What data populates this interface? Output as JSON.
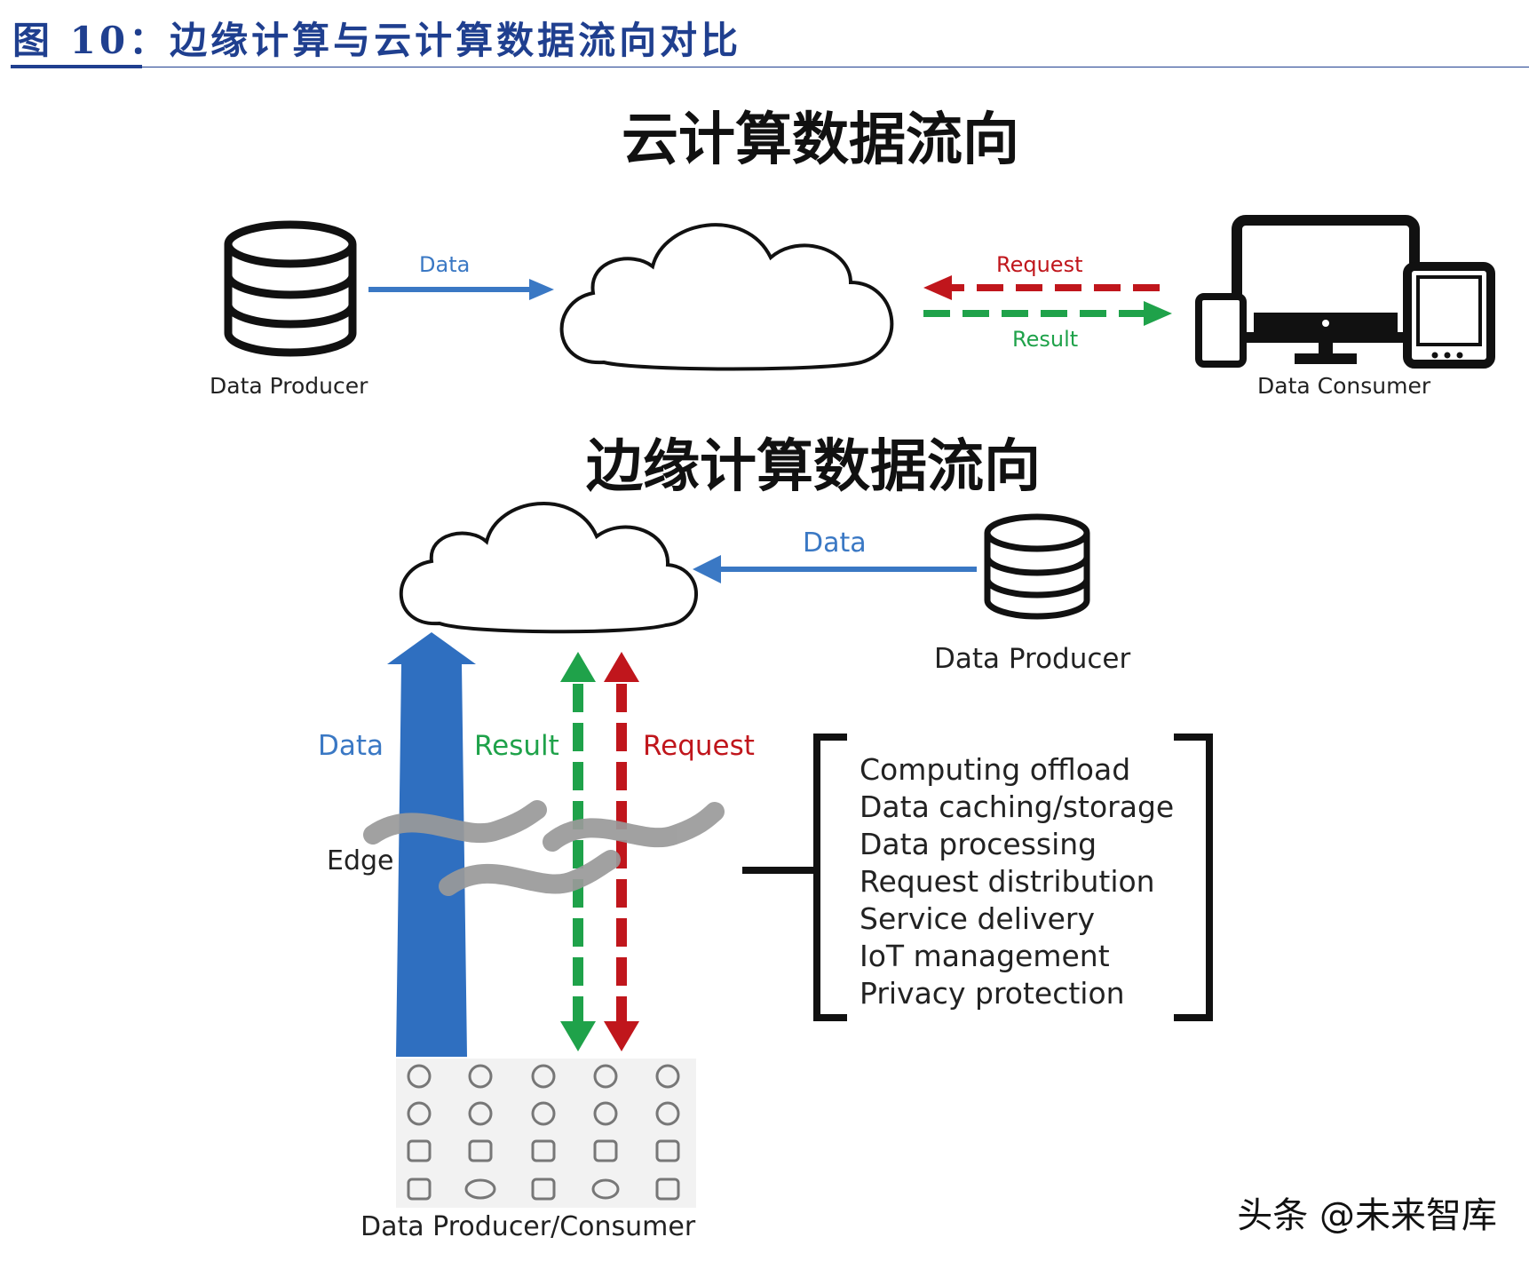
{
  "figure_title": "图 10：边缘计算与云计算数据流向对比",
  "cloud_section": {
    "title": "云计算数据流向",
    "data_label": "Data",
    "request_label": "Request",
    "result_label": "Result",
    "producer_label": "Data Producer",
    "consumer_label": "Data Consumer"
  },
  "edge_section": {
    "title": "边缘计算数据流向",
    "data_top_label": "Data",
    "producer_label": "Data Producer",
    "data_label": "Data",
    "result_label": "Result",
    "request_label": "Request",
    "edge_label": "Edge",
    "functions": [
      "Computing offload",
      "Data caching/storage",
      "Data processing",
      "Request distribution",
      "Service delivery",
      "IoT management",
      "Privacy protection"
    ],
    "producer_consumer_label": "Data Producer/Consumer"
  },
  "colors": {
    "title_blue": "#1f3f8f",
    "data_blue": "#3a78c4",
    "request_red": "#c0161c",
    "result_green": "#1fa24a",
    "edge_gray": "#9a9a9a"
  },
  "watermark": "头条 @未来智库"
}
